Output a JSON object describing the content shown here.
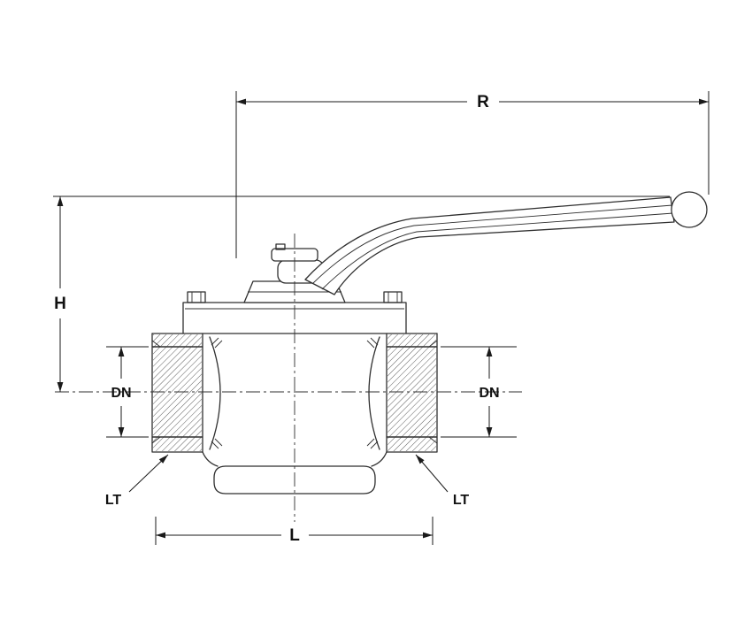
{
  "diagram": {
    "colors": {
      "line": "#2f2f2f",
      "dimension": "#1a1a1a",
      "background": "#ffffff"
    },
    "labels": {
      "r": "R",
      "h": "H",
      "dn_left": "DN",
      "dn_right": "DN",
      "lt_left": "LT",
      "lt_right": "LT",
      "l": "L"
    }
  }
}
